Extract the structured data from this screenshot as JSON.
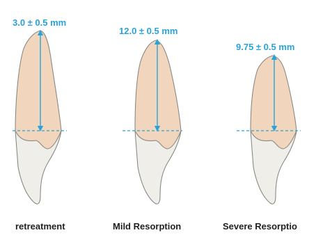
{
  "panels": [
    {
      "measurement": "3.0 ± 0.5 mm",
      "caption": "retreatment"
    },
    {
      "measurement": "12.0 ± 0.5 mm",
      "caption": "Mild Resorption"
    },
    {
      "measurement": "9.75 ± 0.5 mm",
      "caption": "Severe Resorptio"
    }
  ],
  "colors": {
    "measurement": "#29a3d8",
    "crown": "#f2d5bd",
    "root": "#efeee8",
    "outline": "#8a8a84",
    "caption": "#222222"
  }
}
